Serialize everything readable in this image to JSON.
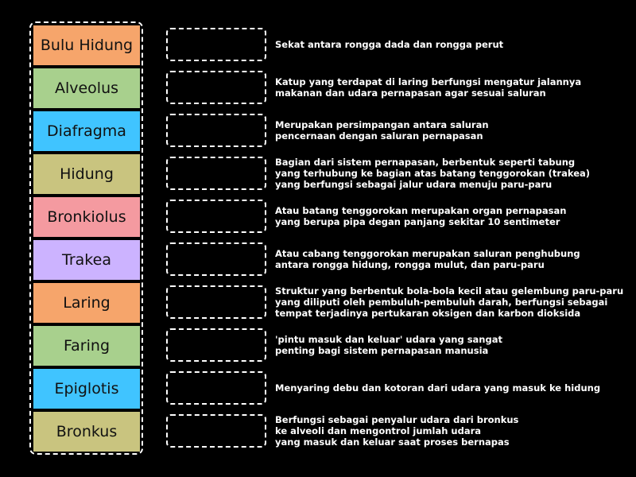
{
  "tiles": [
    {
      "label": "Bulu Hidung",
      "color": "#f6a56b"
    },
    {
      "label": "Alveolus",
      "color": "#a8d08d"
    },
    {
      "label": "Diafragma",
      "color": "#40c4ff"
    },
    {
      "label": "Hidung",
      "color": "#c9c47f"
    },
    {
      "label": "Bronkiolus",
      "color": "#f49aa0"
    },
    {
      "label": "Trakea",
      "color": "#ccb3ff"
    },
    {
      "label": "Laring",
      "color": "#f6a56b"
    },
    {
      "label": "Faring",
      "color": "#a8d08d"
    },
    {
      "label": "Epiglotis",
      "color": "#40c4ff"
    },
    {
      "label": "Bronkus",
      "color": "#c9c47f"
    }
  ],
  "descriptions": [
    "Sekat antara rongga dada dan rongga perut",
    "Katup yang terdapat di laring berfungsi mengatur jalannya\nmakanan dan udara pernapasan agar sesuai saluran",
    "Merupakan persimpangan antara saluran\npencernaan dengan saluran pernapasan",
    "Bagian dari sistem pernapasan, berbentuk seperti tabung\nyang terhubung ke bagian atas batang tenggorokan (trakea)\nyang berfungsi sebagai jalur udara menuju paru-paru",
    "Atau batang tenggorokan merupakan organ pernapasan\nyang berupa pipa degan panjang sekitar 10 sentimeter",
    "Atau cabang tenggorokan merupakan saluran penghubung\nantara rongga hidung, rongga mulut, dan paru-paru",
    "Struktur yang berbentuk bola-bola kecil atau gelembung paru-paru\nyang diliputi oleh pembuluh-pembuluh darah, berfungsi sebagai\ntempat terjadinya pertukaran oksigen dan karbon dioksida",
    "'pintu masuk dan keluar' udara yang sangat\npenting bagi sistem pernapasan manusia",
    "Menyaring debu dan kotoran dari udara yang masuk ke hidung",
    "Berfungsi sebagai penyalur udara dari bronkus\nke alveoli dan mengontrol jumlah udara\nyang masuk dan keluar saat proses bernapas"
  ]
}
